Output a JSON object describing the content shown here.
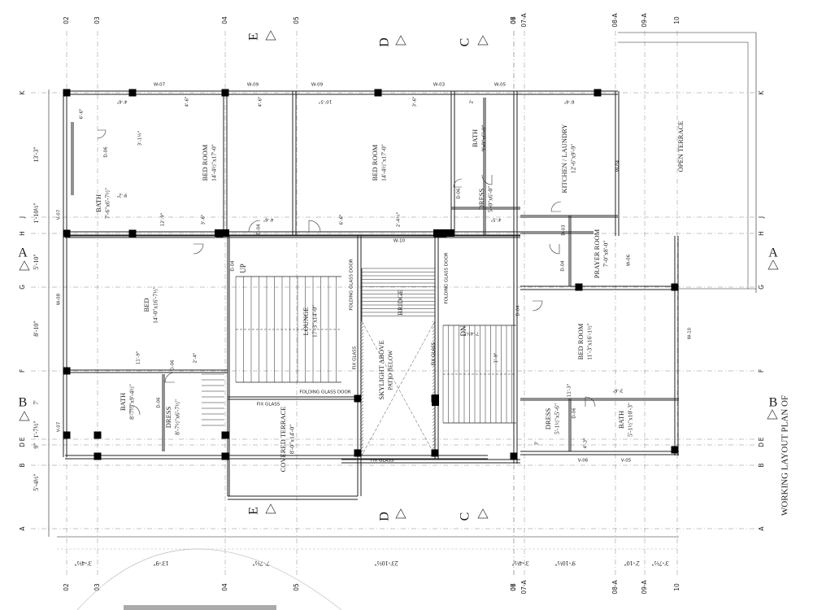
{
  "drawing_title": "WORKING LAYOUT PLAN OF",
  "grid": {
    "columns": [
      "02",
      "03",
      "04",
      "05",
      "06",
      "07",
      "07-A",
      "08-A",
      "09-A",
      "10"
    ],
    "rows": [
      "K",
      "J",
      "H",
      "G",
      "F",
      "E",
      "D",
      "B",
      "A"
    ]
  },
  "sections": [
    "A",
    "B",
    "C",
    "D",
    "E"
  ],
  "rooms": [
    {
      "name": "BED ROOM",
      "size": "14'-4½\"x17'-0\""
    },
    {
      "name": "BED ROOM",
      "size": "14'-4½\"x17'-0\""
    },
    {
      "name": "BATH",
      "size": "9'-0\"x6'-0\""
    },
    {
      "name": "KITCHEN / LAUNDRY",
      "size": "12'-6\"x9'-9\""
    },
    {
      "name": "OPEN TERRACE",
      "size": ""
    },
    {
      "name": "BATH",
      "size": "7'-6\"x6'-7½\""
    },
    {
      "name": "DRESS",
      "size": "5'-0\"x6'-0\""
    },
    {
      "name": "PRAYER ROOM",
      "size": "7'-0\"x8'-0\""
    },
    {
      "name": "BED",
      "size": "14'-0\"x16'-7½\""
    },
    {
      "name": "LOUNGE",
      "size": "17'-3\"x14'-0\""
    },
    {
      "name": "BRIDGE",
      "size": ""
    },
    {
      "name": "SKYLIGHT ABOVE",
      "size": "PATIO BELOW"
    },
    {
      "name": "BED ROOM",
      "size": "11'-3\"x16'-1½\""
    },
    {
      "name": "BATH",
      "size": "8'-7½\"x9'-4½\""
    },
    {
      "name": "DRESS",
      "size": "8'-7½\"x6'-7½\""
    },
    {
      "name": "COVERED TERRACE",
      "size": "8'-0\"x14'-0\""
    },
    {
      "name": "DRESS",
      "size": "5'-1½\"x5'-6\""
    },
    {
      "name": "BATH",
      "size": "5'-1½\"x10'-3\""
    }
  ],
  "annotations": {
    "folding_door_1": "FOLDING GLASS DOOR",
    "folding_door_2": "FOLDING GLASS DOOR",
    "folding_door_3": "FOLDING GLASS DOOR",
    "fix_glass_1": "FIX GLASS",
    "fix_glass_2": "FIX GLASS",
    "fix_glass_3": "FIX GLASS",
    "fix_glass_4": "FIX GLASS",
    "up": "UP",
    "dn": "DN"
  },
  "window_tags": [
    "W-07",
    "W-09",
    "W-09",
    "W-03",
    "W-05",
    "W-04",
    "W-08",
    "W-10",
    "W-06",
    "W-10",
    "V-07",
    "V-07",
    "V-05",
    "V-06"
  ],
  "door_tags": [
    "D-06",
    "D-06",
    "D-04",
    "D-04",
    "D-03",
    "D-04",
    "D-06",
    "D-04",
    "D-06",
    "D-06"
  ],
  "left_dimensions": [
    "13'-3\"",
    "1'-10½\"",
    "5'-10\"",
    "8'-10\"",
    "7'",
    "1'-7½\"",
    "9\"",
    "5'-4½\""
  ],
  "bottom_dimensions": [
    "3'-4½\"",
    "13'-9\"",
    "7'-7½\"",
    "23'-10½\"",
    "3'-4½\"",
    "9'-10½\"",
    "2'-10\"",
    "3'-7½\""
  ]
}
